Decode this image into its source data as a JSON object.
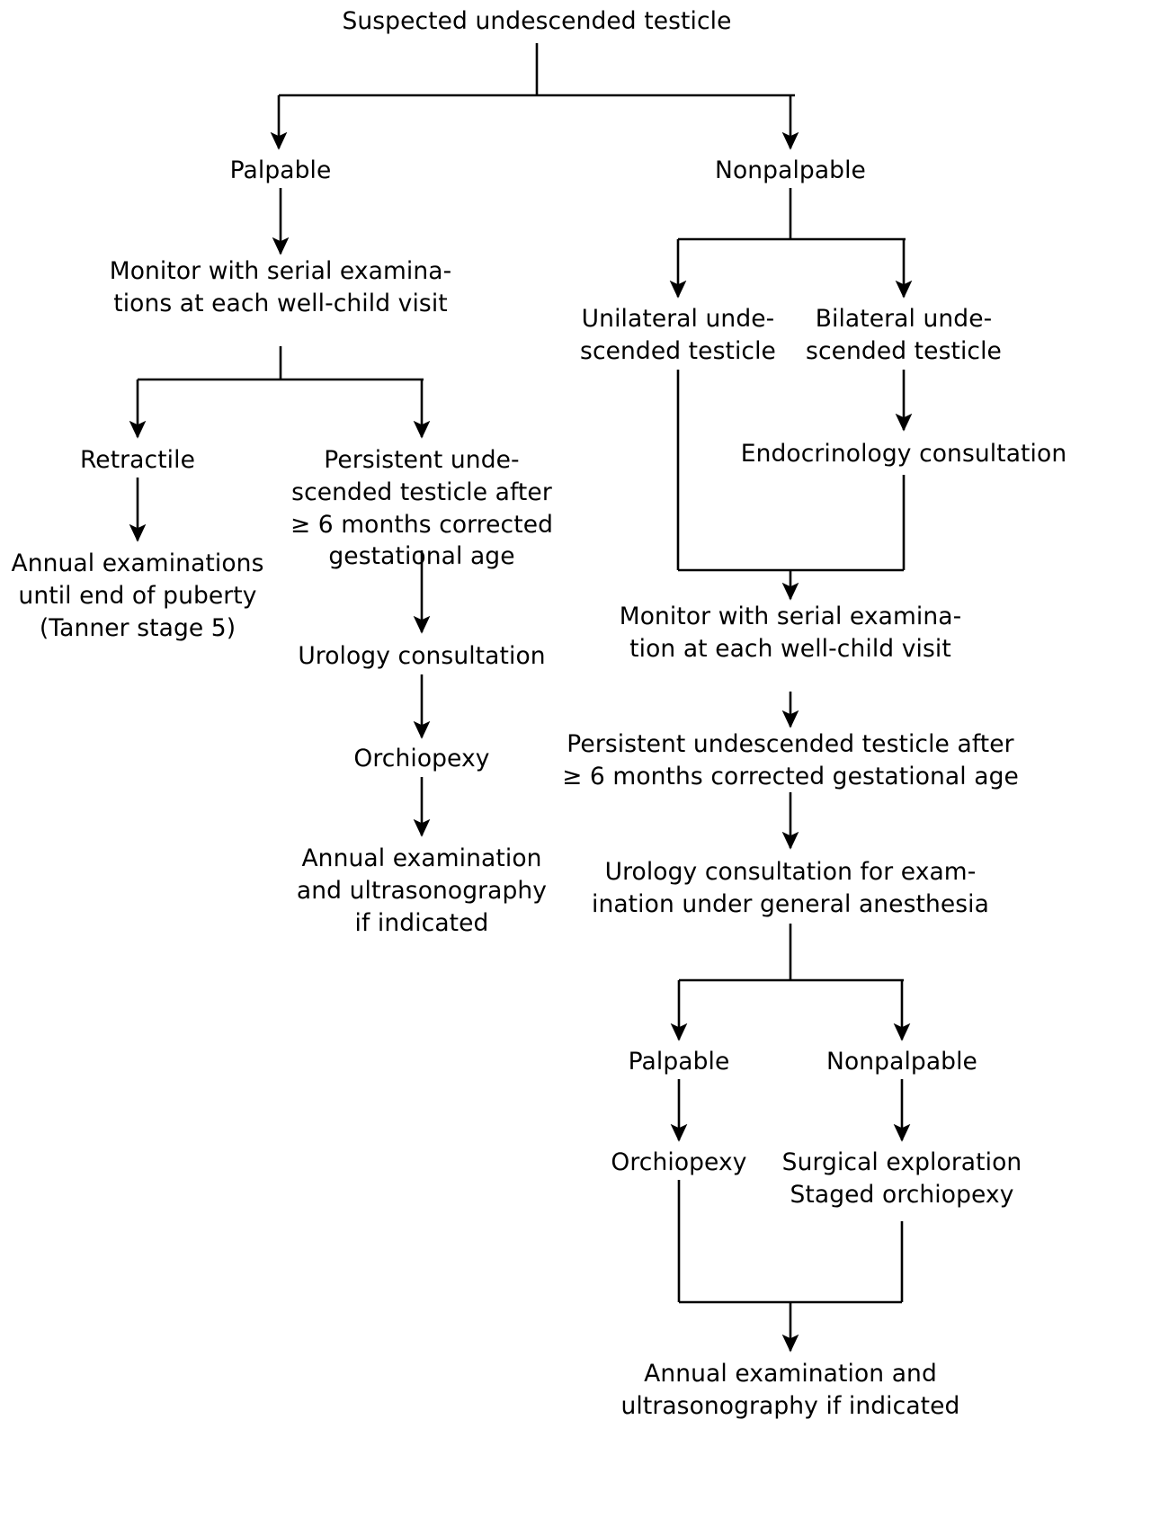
{
  "figure": {
    "type": "flowchart",
    "title": "Suspected undescended testicle",
    "orientation": "top-down",
    "colors": {
      "line": "#000000",
      "text": "#000000",
      "background": "#ffffff"
    }
  },
  "nodes": [
    {
      "id": "root",
      "label": "Suspected undescended testicle"
    },
    {
      "id": "palpable",
      "label": "Palpable"
    },
    {
      "id": "nonpalpable",
      "label": "Nonpalpable"
    },
    {
      "id": "monitor-left",
      "label": "Monitor with serial examina-\ntions at each well-child visit"
    },
    {
      "id": "retractile",
      "label": "Retractile"
    },
    {
      "id": "persistent-left",
      "label": "Persistent unde-\nscended testicle after\n≥ 6 months corrected\ngestational age"
    },
    {
      "id": "annual-puberty",
      "label": "Annual examinations\nuntil end of puberty\n(Tanner stage 5)"
    },
    {
      "id": "urology-left",
      "label": "Urology consultation"
    },
    {
      "id": "orchiopexy-left",
      "label": "Orchiopexy"
    },
    {
      "id": "annual-left",
      "label": "Annual examination\nand ultrasonography\nif indicated"
    },
    {
      "id": "unilateral",
      "label": "Unilateral unde-\nscended testicle"
    },
    {
      "id": "bilateral",
      "label": "Bilateral unde-\nscended testicle"
    },
    {
      "id": "endocrinology",
      "label": "Endocrinology consultation"
    },
    {
      "id": "monitor-right",
      "label": "Monitor with serial examina-\ntion at each well-child visit"
    },
    {
      "id": "persistent-right",
      "label": "Persistent undescended testicle after\n≥ 6 months corrected gestational age"
    },
    {
      "id": "urology-right",
      "label": "Urology consultation for exam-\nination under general anesthesia"
    },
    {
      "id": "palpable-2",
      "label": "Palpable"
    },
    {
      "id": "nonpalpable-2",
      "label": "Nonpalpable"
    },
    {
      "id": "orchiopexy-right",
      "label": "Orchiopexy"
    },
    {
      "id": "surgical",
      "label": "Surgical exploration\nStaged orchiopexy"
    },
    {
      "id": "annual-right",
      "label": "Annual examination and\nultrasonography if indicated"
    }
  ],
  "edges": [
    {
      "from": "root",
      "to": "palpable"
    },
    {
      "from": "root",
      "to": "nonpalpable"
    },
    {
      "from": "palpable",
      "to": "monitor-left"
    },
    {
      "from": "monitor-left",
      "to": "retractile"
    },
    {
      "from": "monitor-left",
      "to": "persistent-left"
    },
    {
      "from": "retractile",
      "to": "annual-puberty"
    },
    {
      "from": "persistent-left",
      "to": "urology-left"
    },
    {
      "from": "urology-left",
      "to": "orchiopexy-left"
    },
    {
      "from": "orchiopexy-left",
      "to": "annual-left"
    },
    {
      "from": "nonpalpable",
      "to": "unilateral"
    },
    {
      "from": "nonpalpable",
      "to": "bilateral"
    },
    {
      "from": "bilateral",
      "to": "endocrinology"
    },
    {
      "from": "unilateral",
      "to": "monitor-right"
    },
    {
      "from": "endocrinology",
      "to": "monitor-right"
    },
    {
      "from": "monitor-right",
      "to": "persistent-right"
    },
    {
      "from": "persistent-right",
      "to": "urology-right"
    },
    {
      "from": "urology-right",
      "to": "palpable-2"
    },
    {
      "from": "urology-right",
      "to": "nonpalpable-2"
    },
    {
      "from": "palpable-2",
      "to": "orchiopexy-right"
    },
    {
      "from": "nonpalpable-2",
      "to": "surgical"
    },
    {
      "from": "orchiopexy-right",
      "to": "annual-right"
    },
    {
      "from": "surgical",
      "to": "annual-right"
    }
  ]
}
